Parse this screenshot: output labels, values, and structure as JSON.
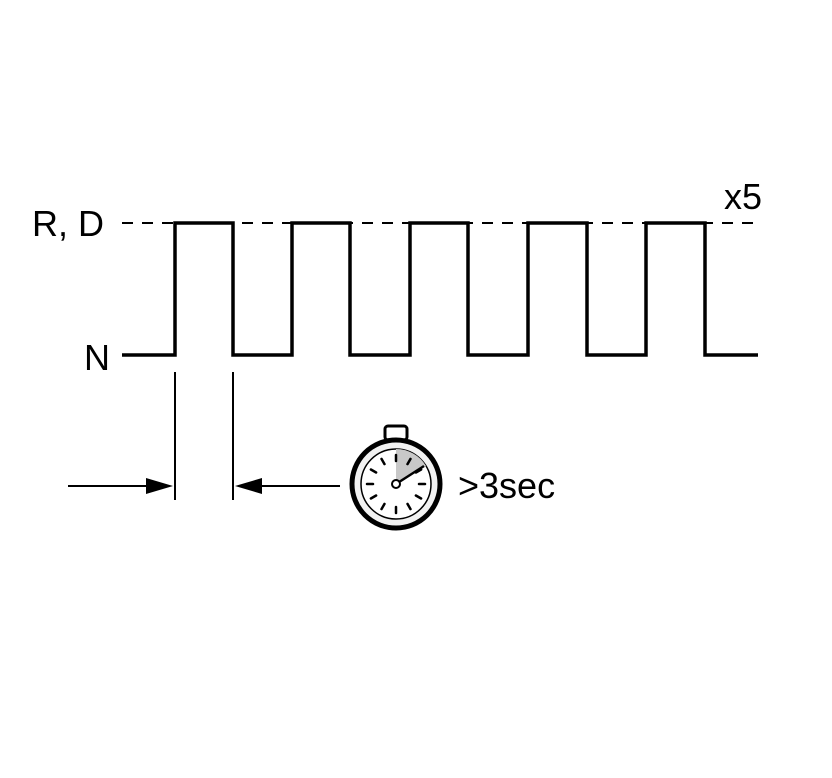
{
  "labels": {
    "high_level": "R, D",
    "low_level": "N",
    "repeat": "x5",
    "duration": ">3sec"
  },
  "waveform": {
    "pulse_count": 5,
    "levels": [
      "N",
      "R, D"
    ]
  },
  "icons": {
    "timer": "stopwatch-icon"
  },
  "colors": {
    "line": "#000000",
    "background": "#ffffff",
    "stopwatch_fill": "#f2f2f2",
    "stopwatch_sector": "#c8c8c8"
  }
}
